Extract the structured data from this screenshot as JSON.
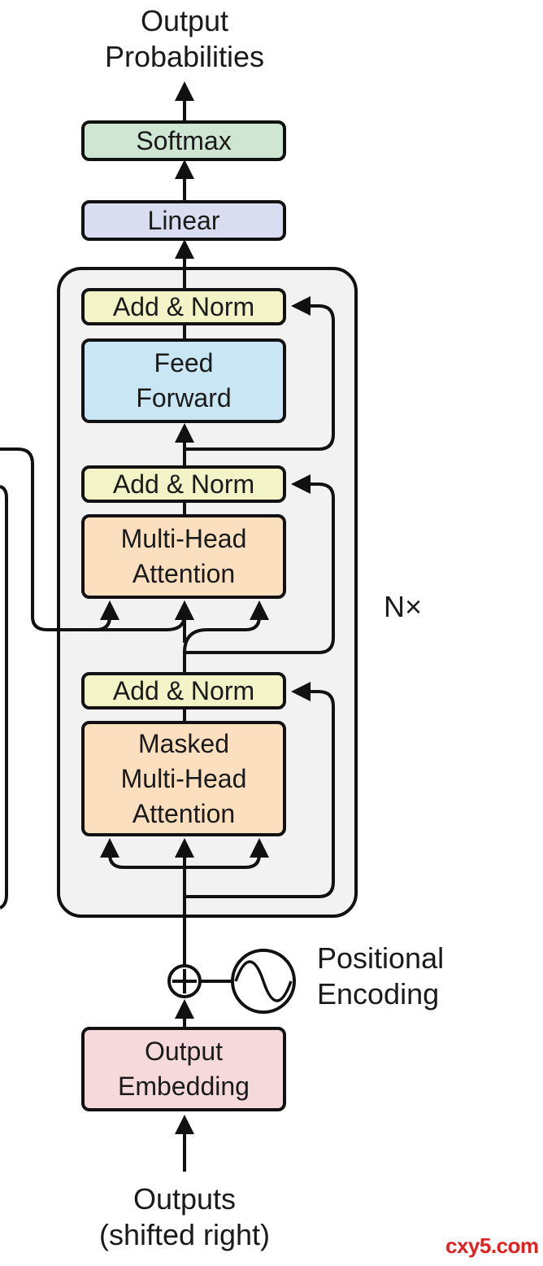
{
  "output_label": {
    "line1": "Output",
    "line2": "Probabilities"
  },
  "softmax": "Softmax",
  "linear": "Linear",
  "block": {
    "add_norm_1": "Add & Norm",
    "feed_forward": {
      "line1": "Feed",
      "line2": "Forward"
    },
    "add_norm_2": "Add & Norm",
    "multi_head_attention": {
      "line1": "Multi-Head",
      "line2": "Attention"
    },
    "add_norm_3": "Add & Norm",
    "masked_attention": {
      "line1": "Masked",
      "line2": "Multi-Head",
      "line3": "Attention"
    },
    "repeat_label": "N×"
  },
  "positional_encoding": {
    "line1": "Positional",
    "line2": "Encoding"
  },
  "output_embedding": {
    "line1": "Output",
    "line2": "Embedding"
  },
  "input_label": {
    "line1": "Outputs",
    "line2": "(shifted right)"
  },
  "watermark": "cxy5.com",
  "colors": {
    "softmax": "#cfe7d2",
    "linear": "#dadcef",
    "add_norm": "#f2f4c8",
    "feed_forward": "#c9e6f4",
    "attention": "#fbdfbe",
    "embedding": "#f6dadb",
    "block_background": "#f2f2f2"
  }
}
